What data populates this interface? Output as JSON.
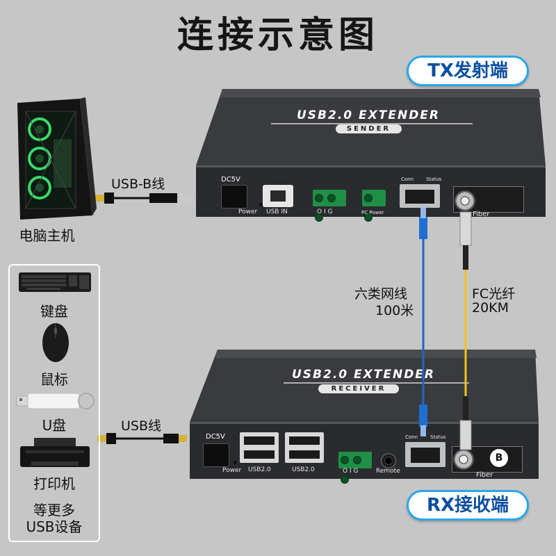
{
  "title": "连接示意图",
  "tx_badge": "TX发射端",
  "rx_badge": "RX接收端",
  "sender": {
    "logo": "USB2.0  EXTENDER",
    "sublogo": "SENDER",
    "dc_label": "DC5V",
    "power_label": "Power",
    "usb_in_label": "USB IN",
    "oig_label": "O  I  G",
    "pc_power_label": "PC Power",
    "conn_label": "Conn",
    "status_label": "Status",
    "fiber_label": "Fiber"
  },
  "receiver": {
    "logo": "USB2.0  EXTENDER",
    "sublogo": "RECEIVER",
    "dc_label": "DC5V",
    "power_label": "Power",
    "usb1_label": "USB2.0",
    "usb2_label": "USB2.0",
    "oig_label": "O  I  G",
    "remote_label": "Remote",
    "conn_label": "Conn",
    "status_label": "Status",
    "fiber_label": "Fiber",
    "fiber_badge": "B"
  },
  "cables": {
    "usb_b": "USB-B线",
    "usb": "USB线",
    "net_line1": "六类网线",
    "net_line2": "100米",
    "fiber_line1": "FC光纤",
    "fiber_line2": "20KM"
  },
  "devices": {
    "pc": "电脑主机",
    "keyboard": "键盘",
    "mouse": "鼠标",
    "udisk": "U盘",
    "printer": "打印机",
    "more_line1": "等更多",
    "more_line2": "USB设备"
  },
  "colors": {
    "background": "#c6c6c6",
    "badge_border": "#2aa6ea",
    "badge_text": "#0c4fa0",
    "network_cable": "#1f66c8",
    "fiber_cable": "#f2c21a",
    "device_body": "#2d2e31"
  }
}
